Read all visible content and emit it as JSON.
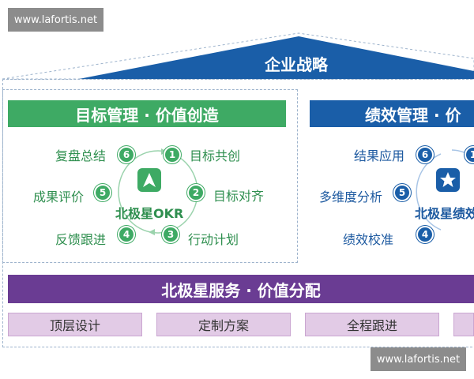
{
  "watermark": {
    "text": "www.lafortis.net"
  },
  "roof": {
    "title": "企业战略",
    "color": "#1a5ea8"
  },
  "okr_panel": {
    "header": "目标管理 · 价值创造",
    "center_name": "北极星OKR",
    "steps": [
      {
        "num": "1",
        "label": "目标共创"
      },
      {
        "num": "2",
        "label": "目标对齐"
      },
      {
        "num": "3",
        "label": "行动计划"
      },
      {
        "num": "4",
        "label": "反馈跟进"
      },
      {
        "num": "5",
        "label": "成果评价"
      },
      {
        "num": "6",
        "label": "复盘总结"
      }
    ],
    "color": "#3eaa64",
    "logo_icon": "navigation-arrow-icon"
  },
  "perf_panel": {
    "header": "绩效管理 · 价",
    "center_name": "北极星绩效",
    "steps": [
      {
        "num": "1",
        "label": ""
      },
      {
        "num": "4",
        "label": "绩效校准"
      },
      {
        "num": "5",
        "label": "多维度分析"
      },
      {
        "num": "6",
        "label": "结果应用"
      }
    ],
    "color": "#1a5ea8",
    "logo_icon": "star-person-icon"
  },
  "service": {
    "title": "北极星服务 · 价值分配",
    "color": "#6a3c93",
    "items": [
      "顶层设计",
      "定制方案",
      "全程跟进",
      ""
    ]
  }
}
